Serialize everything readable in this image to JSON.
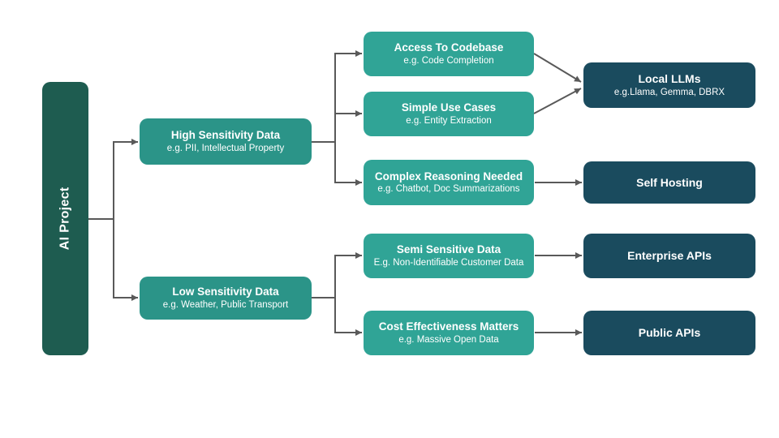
{
  "colors": {
    "root_box": "#1E5C50",
    "branch_box": "#2B9488",
    "case_box": "#30A496",
    "solution_box": "#1A4B5E",
    "connector": "#595959",
    "node_text": "#FFFFFF",
    "page_bg": "#FFFFFF"
  },
  "root": {
    "title": "AI Project"
  },
  "branches": [
    {
      "title": "High Sensitivity Data",
      "subtitle": "e.g. PII, Intellectual Property"
    },
    {
      "title": "Low Sensitivity Data",
      "subtitle": "e.g. Weather, Public Transport"
    }
  ],
  "cases": [
    {
      "title": "Access To Codebase",
      "subtitle": "e.g. Code Completion"
    },
    {
      "title": "Simple Use Cases",
      "subtitle": "e.g. Entity Extraction"
    },
    {
      "title": "Complex Reasoning Needed",
      "subtitle": "e.g. Chatbot, Doc Summarizations"
    },
    {
      "title": "Semi Sensitive Data",
      "subtitle": "E.g. Non-Identifiable Customer Data"
    },
    {
      "title": "Cost Effectiveness Matters",
      "subtitle": "e.g. Massive Open Data"
    }
  ],
  "solutions": [
    {
      "title": "Local LLMs",
      "subtitle": "e.g.Llama, Gemma, DBRX"
    },
    {
      "title": "Self Hosting",
      "subtitle": ""
    },
    {
      "title": "Enterprise APIs",
      "subtitle": ""
    },
    {
      "title": "Public APIs",
      "subtitle": ""
    }
  ]
}
